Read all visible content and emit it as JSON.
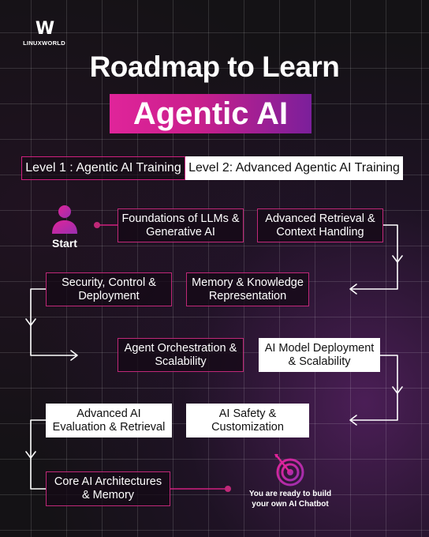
{
  "brand": {
    "logo_mark": "W",
    "logo_name": "LINUXWORLD"
  },
  "header": {
    "title": "Roadmap to Learn",
    "highlight": "Agentic AI"
  },
  "levels": {
    "level1": "Level 1 : Agentic AI Training",
    "level2": "Level 2: Advanced Agentic AI Training"
  },
  "start_label": "Start",
  "steps": [
    {
      "label": "Foundations of LLMs & Generative AI",
      "level": 1
    },
    {
      "label": "Advanced Retrieval & Context Handling",
      "level": 1
    },
    {
      "label": "Memory & Knowledge Representation",
      "level": 1
    },
    {
      "label": "Security, Control & Deployment",
      "level": 1
    },
    {
      "label": "Agent Orchestration & Scalability",
      "level": 1
    },
    {
      "label": "AI Model Deployment & Scalability",
      "level": 2
    },
    {
      "label": "AI Safety & Customization",
      "level": 2
    },
    {
      "label": "Advanced AI Evaluation & Retrieval",
      "level": 2
    },
    {
      "label": "Core AI Architectures & Memory",
      "level": 1
    }
  ],
  "finish_text": "You are ready to build your own AI Chatbot",
  "colors": {
    "accent_pink": "#d0207f",
    "accent_purple": "#7b1f9b",
    "connector": "#ffffff"
  }
}
